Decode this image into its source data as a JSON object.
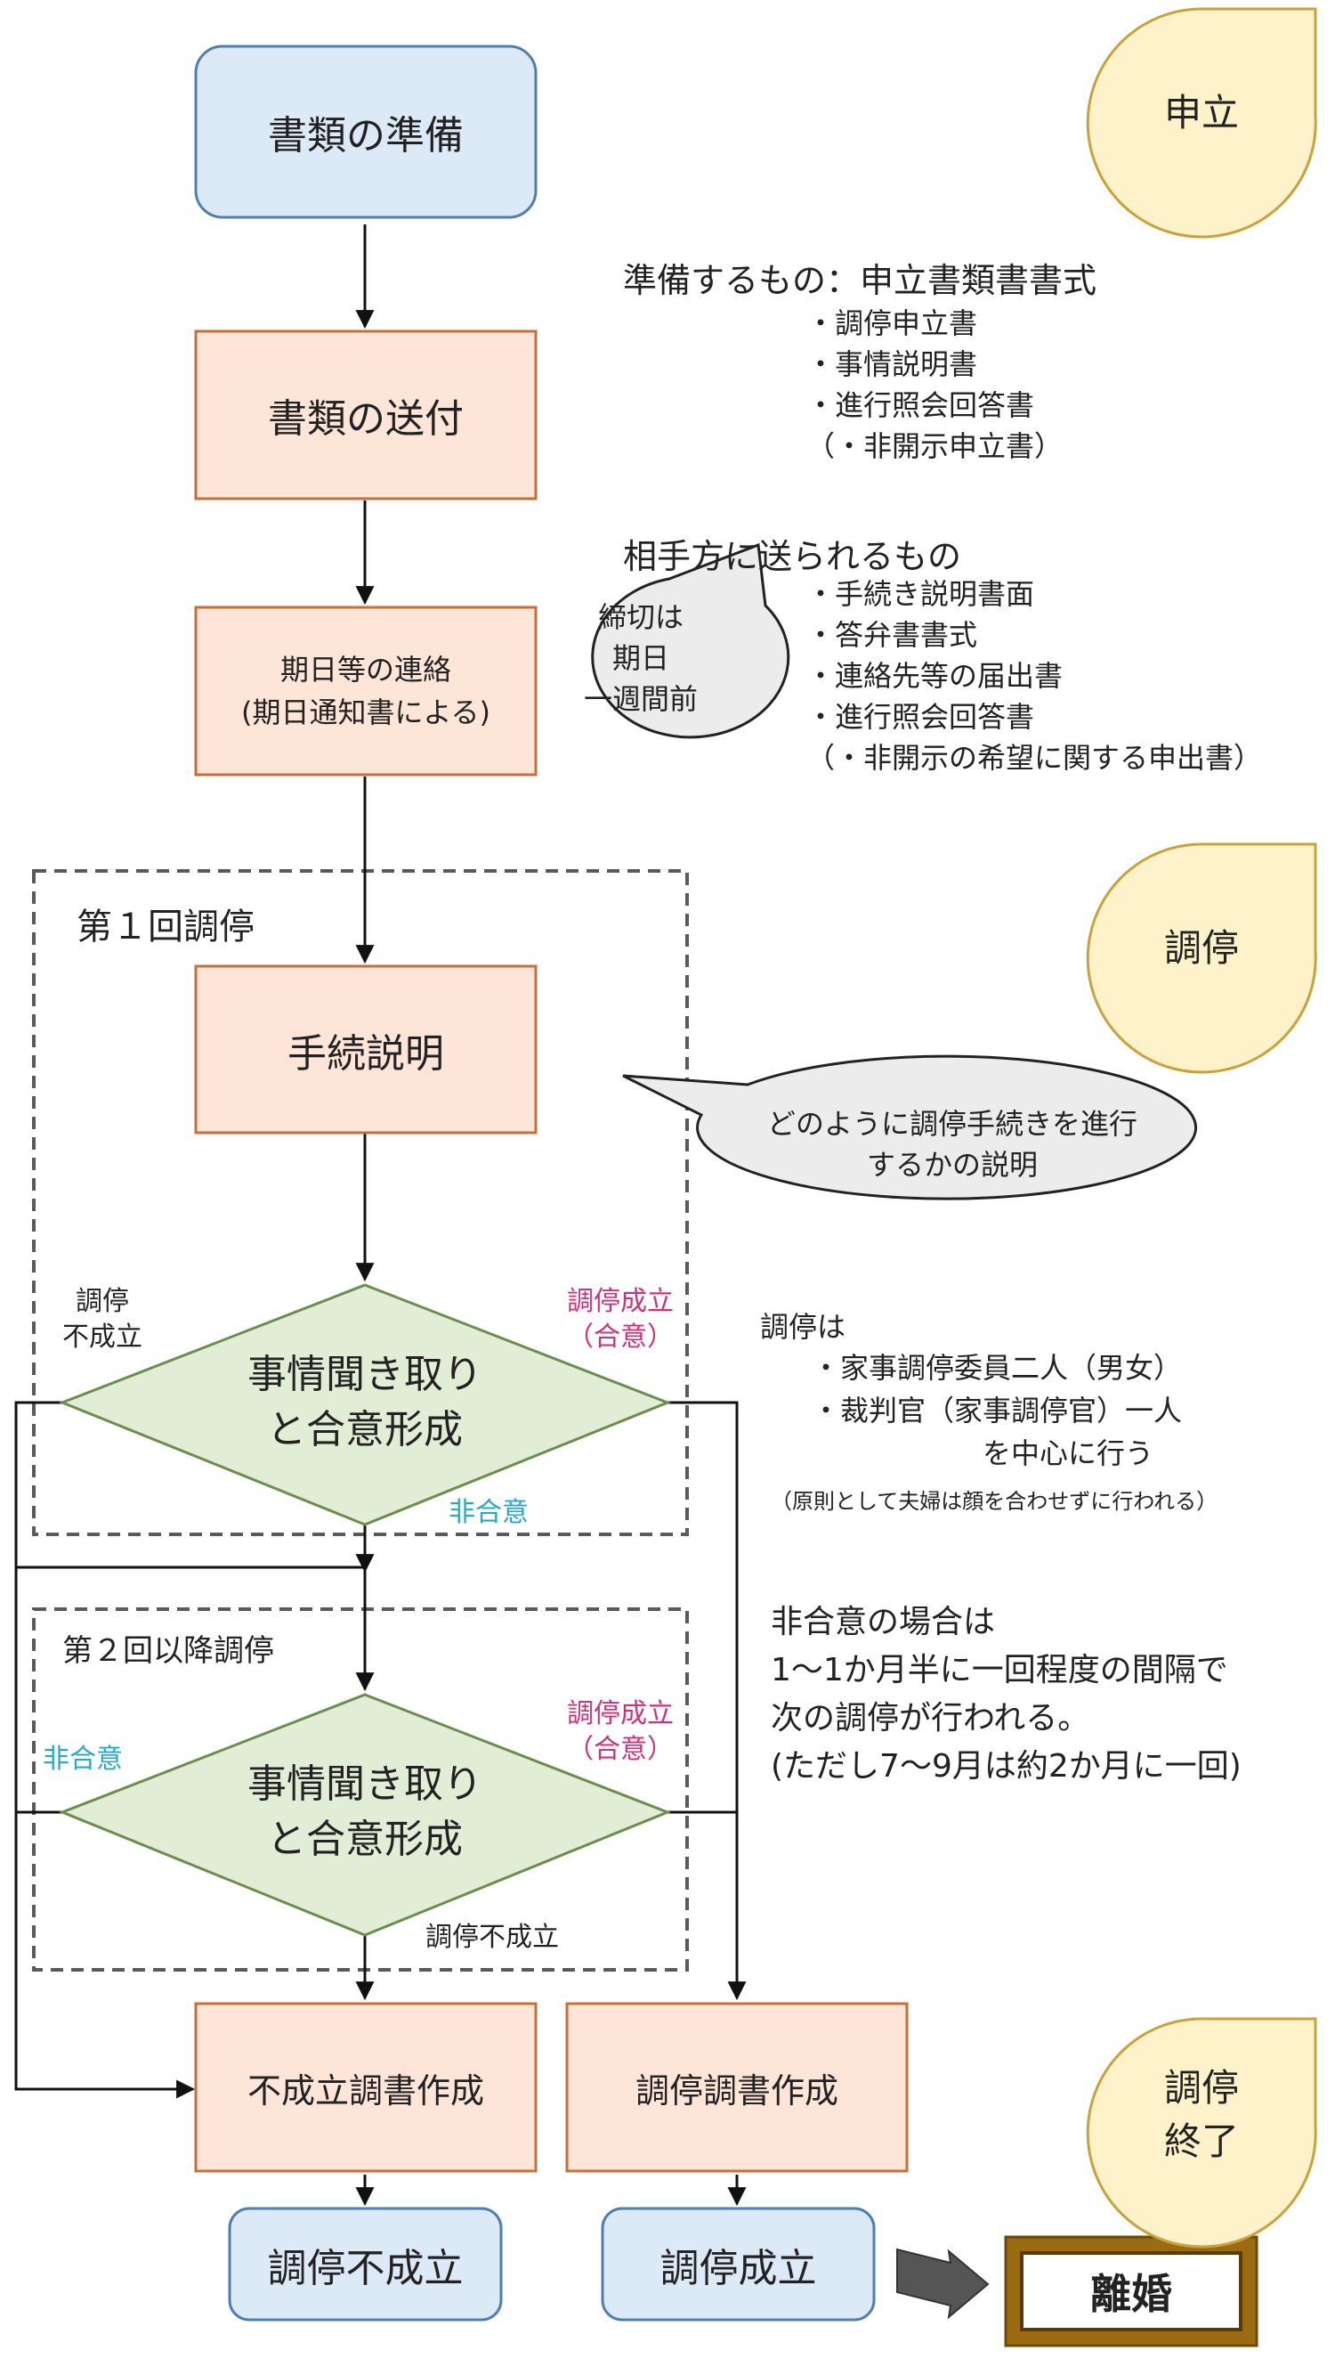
{
  "colors": {
    "blue_fill": "#dce9f6",
    "blue_stroke": "#4f7fb0",
    "orange_fill": "#fde6d8",
    "orange_stroke": "#c5703a",
    "green_fill": "#e1edd5",
    "green_stroke": "#6b8e4e",
    "drop_fill": "#fdf2c9",
    "drop_stroke": "#c9a23a",
    "bubble_fill": "#ececec",
    "bubble_stroke": "#222222",
    "dash_stroke": "#5a5a5a",
    "pink": "#d0307a",
    "cyan": "#2aa8c8",
    "rikon_border": "#9a6b10"
  },
  "nodes": {
    "prep": "書類の準備",
    "send": "書類の送付",
    "notice": "期日等の連絡\n(期日通知書による)",
    "explain": "手続説明",
    "hearing1": "事情聞き取り\nと合意形成",
    "hearing2": "事情聞き取り\nと合意形成",
    "fail_doc": "不成立調書作成",
    "success_doc": "調停調書作成",
    "fail": "調停不成立",
    "success": "調停成立",
    "divorce": "離婚"
  },
  "stages": {
    "apply": "申立",
    "mediation": "調停",
    "end": "調停\n終了"
  },
  "groups": {
    "first": "第１回調停",
    "later": "第２回以降調停"
  },
  "edge_labels": {
    "fail1": "調停\n不成立",
    "success1": "調停成立\n（合意）",
    "nonagree1": "非合意",
    "nonagree2": "非合意",
    "success2": "調停成立\n（合意）",
    "fail2": "調停不成立"
  },
  "notes": {
    "prepare_title": "準備するもの：申立書類書書式",
    "prepare_items": "・調停申立書\n・事情説明書\n・進行照会回答書\n（・非開示申立書）",
    "sent_title": "相手方に送られるもの",
    "sent_items": "・手続き説明書面\n・答弁書書式\n・連絡先等の届出書\n・進行照会回答書\n（・非開示の希望に関する申出書）",
    "deadline": "締切は\n期日\n一週間前",
    "how": "どのように調停手続きを進行\nするかの説明",
    "mediation_title": "調停は",
    "mediation_items": "・家事調停委員二人（男女）\n・裁判官（家事調停官）一人\n　　　　　　を中心に行う",
    "mediation_note": "（原則として夫婦は顔を合わせずに行われる）",
    "interval": "非合意の場合は\n1～1か月半に一回程度の間隔で\n次の調停が行われる。\n(ただし7～9月は約2か月に一回)"
  }
}
